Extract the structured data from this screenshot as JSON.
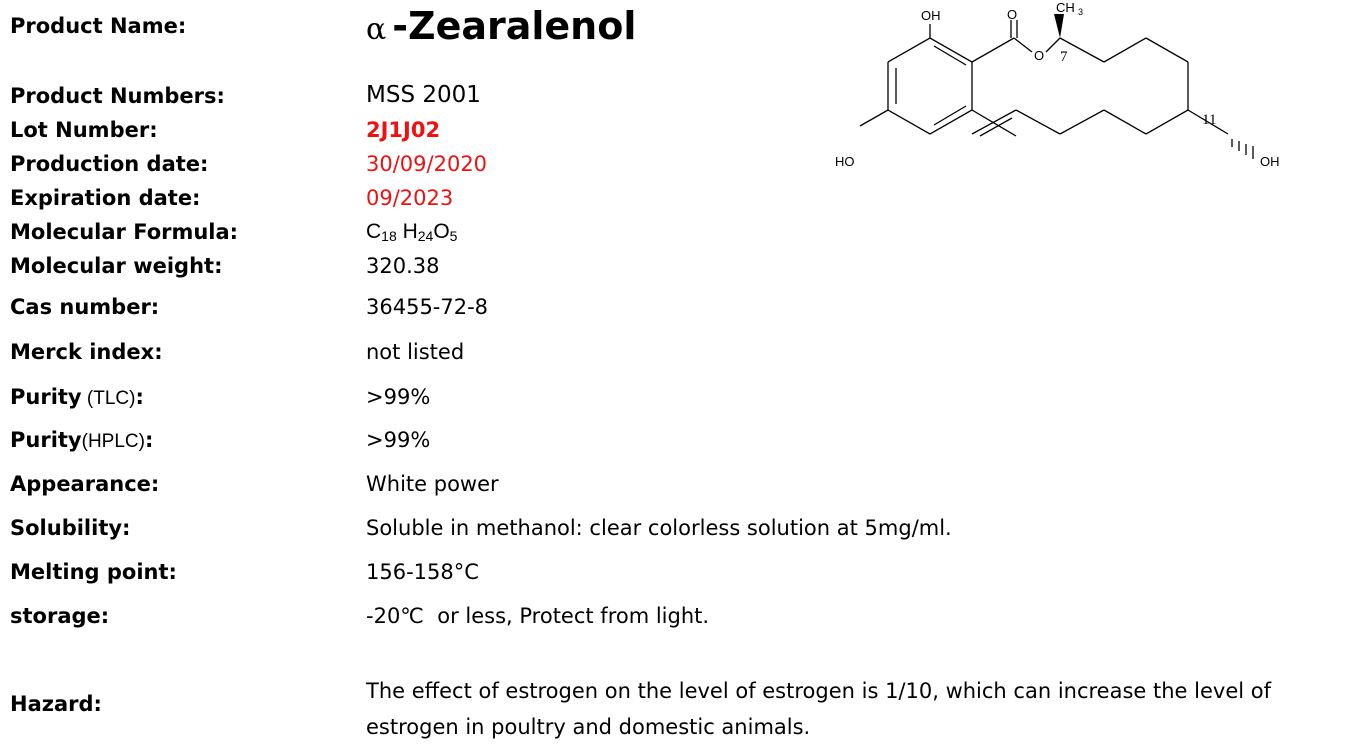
{
  "product_name": {
    "label": "Product Name:",
    "alpha": "α",
    "name": "-Zearalenol"
  },
  "fields": {
    "product_numbers": {
      "label": "Product Numbers:",
      "value": "MSS 2001"
    },
    "lot_number": {
      "label": "Lot Number:",
      "value": "2J1J02"
    },
    "production_date": {
      "label": "Production date:",
      "value": "30/09/2020"
    },
    "expiration_date": {
      "label": "Expiration date:",
      "value": "09/2023"
    },
    "molecular_formula": {
      "label": "Molecular Formula:",
      "c": "C",
      "c_n": "18",
      "h": " H",
      "h_n": "24",
      "o": "O",
      "o_n": "5"
    },
    "molecular_weight": {
      "label": "Molecular weight:",
      "value": "320.38"
    },
    "cas_number": {
      "label": "Cas number:",
      "value": "36455-72-8"
    },
    "merck_index": {
      "label": "Merck index:",
      "value": "not listed"
    },
    "purity_tlc": {
      "label_bold": "Purity",
      "label_small": " (TLC)",
      "label_colon": ":",
      "value": ">99%"
    },
    "purity_hplc": {
      "label_bold": "Purity",
      "label_small": "(HPLC)",
      "label_colon": ":",
      "value": ">99%"
    },
    "appearance": {
      "label": "Appearance:",
      "value": "White power"
    },
    "solubility": {
      "label": "Solubility:",
      "value": "Soluble in methanol: clear colorless solution at 5mg/ml."
    },
    "melting_point": {
      "label": "Melting point:",
      "value": "156-158°C"
    },
    "storage": {
      "label": "storage:",
      "value": "-20℃  or less, Protect from light."
    },
    "hazard": {
      "label": "Hazard:",
      "value": "The effect of estrogen on the level of estrogen is 1/10, which can increase the level of estrogen in poultry and domestic animals."
    }
  },
  "structure": {
    "oh_top": "OH",
    "o_carbonyl": "O",
    "ch": "CH",
    "ch_sub": "3",
    "o_ring": "O",
    "num_7": "7",
    "num_11": "11",
    "ho_left": "HO",
    "oh_right": "OH"
  },
  "colors": {
    "highlight": "#ee1111"
  }
}
